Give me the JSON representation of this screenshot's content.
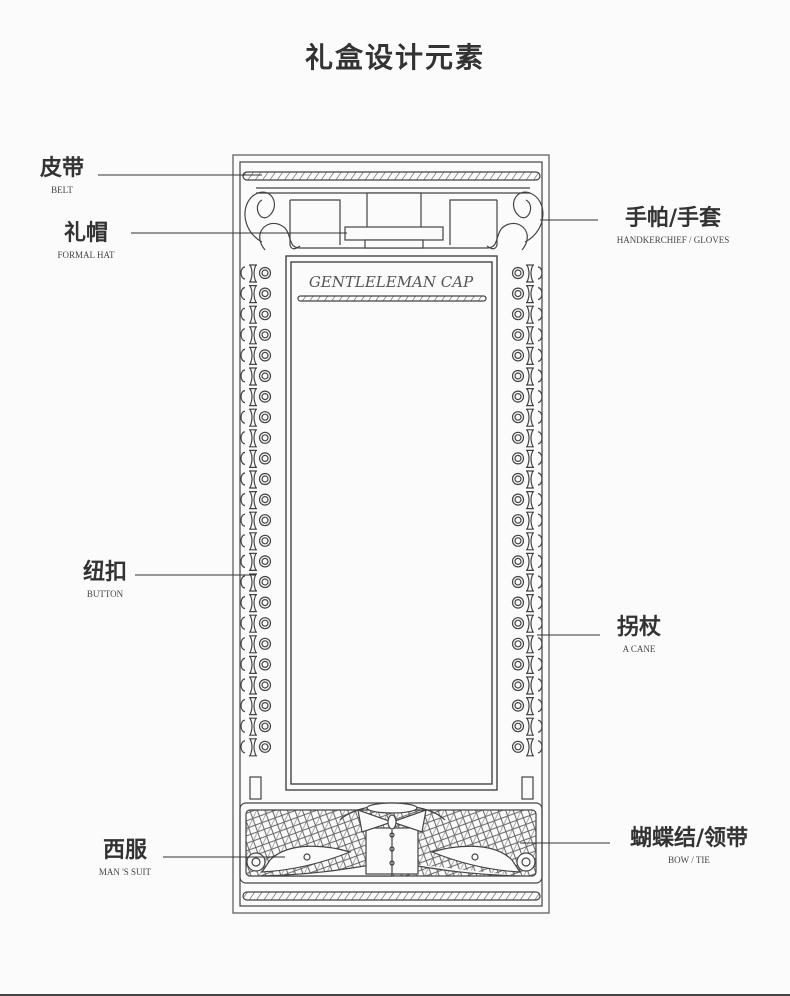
{
  "title": "礼盒设计元素",
  "box_title": "GENTLELEMAN CAP",
  "labels": {
    "belt": {
      "zh": "皮带",
      "en": "BELT"
    },
    "hat": {
      "zh": "礼帽",
      "en": "FORMAL HAT"
    },
    "handkerchief": {
      "zh": "手帕/手套",
      "en": "HANDKERCHIEF / GLOVES"
    },
    "button": {
      "zh": "纽扣",
      "en": "BUTTON"
    },
    "cane": {
      "zh": "拐杖",
      "en": "A CANE"
    },
    "suit": {
      "zh": "西服",
      "en": "MAN 'S SUIT"
    },
    "bow": {
      "zh": "蝴蝶结/领带",
      "en": "BOW / TIE"
    }
  },
  "colors": {
    "line": "#444444",
    "background": "#fbfbfb"
  }
}
